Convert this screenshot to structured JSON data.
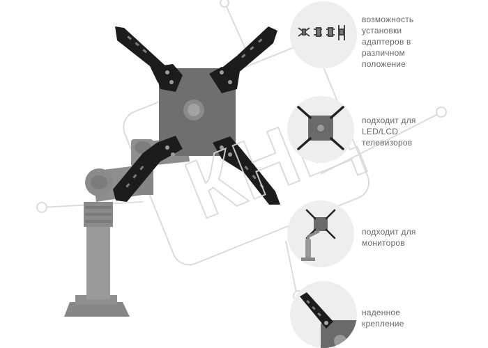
{
  "colors": {
    "bracket": "#1c1c1c",
    "plate": "#6f6f6f",
    "arm": "#8e8e8e",
    "pole": "#9a9a9a",
    "watermark": "#d9d9d9",
    "circle": "#eeeeee",
    "text": "#666666"
  },
  "watermark": {
    "text": "КНЦ"
  },
  "features": [
    {
      "icon": "adapter-positions-icon",
      "lines": [
        "возможность",
        "установки",
        "адаптеров в",
        "различном",
        "положение"
      ]
    },
    {
      "icon": "tv-bracket-icon",
      "lines": [
        "подходит для",
        "LED/LCD",
        "телевизоров"
      ]
    },
    {
      "icon": "monitor-mount-icon",
      "lines": [
        "подходит для",
        "мониторов"
      ]
    },
    {
      "icon": "bracket-closeup-icon",
      "lines": [
        "наденное",
        "крепление"
      ]
    }
  ]
}
